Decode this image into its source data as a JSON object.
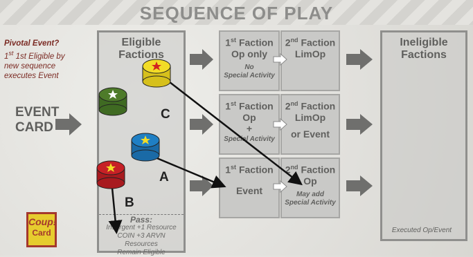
{
  "title": "SEQUENCE OF PLAY",
  "pivotal": {
    "heading": "Pivotal Event?",
    "line1": "1st Eligible by",
    "line2": "new sequence",
    "line3": "executes Event"
  },
  "event_card": {
    "line1": "EVENT",
    "line2": "CARD"
  },
  "eligible": {
    "title1": "Eligible",
    "title2": "Factions"
  },
  "ineligible": {
    "title1": "Ineligible",
    "title2": "Factions",
    "note": "Executed Op/Event"
  },
  "rows": [
    {
      "first": {
        "ord": "st",
        "label": "Faction",
        "line2": "Op only",
        "note1": "No",
        "note2": "Special Activity"
      },
      "second": {
        "ord": "nd",
        "label": "Faction",
        "line2": "LimOp"
      }
    },
    {
      "first": {
        "ord": "st",
        "label": "Faction",
        "line2": "Op",
        "plus": "+",
        "note": "Special Activity"
      },
      "second": {
        "ord": "nd",
        "label": "Faction",
        "line2": "LimOp",
        "line3": "or Event"
      }
    },
    {
      "first": {
        "ord": "st",
        "label": "Faction",
        "line2": "Event"
      },
      "second": {
        "ord": "nd",
        "label": "Faction",
        "line2": "Op",
        "note1": "May add",
        "note2": "Special Activity"
      }
    }
  ],
  "num1": "1",
  "num2": "2",
  "pass": {
    "heading": "Pass:",
    "line1": "Insurgent +1 Resource",
    "line2": "COIN +3 ARVN Resources",
    "line3": "Remain Eligible"
  },
  "labels": {
    "a": "A",
    "b": "B",
    "c": "C"
  },
  "coup": {
    "line1": "Coup!",
    "line2": "Card"
  },
  "colors": {
    "yellow": "#f2dc27",
    "green": "#4e7b2a",
    "blue": "#1f7fc4",
    "red": "#c62026",
    "panel": "#8f8f8d",
    "accent": "#7b2b24"
  }
}
